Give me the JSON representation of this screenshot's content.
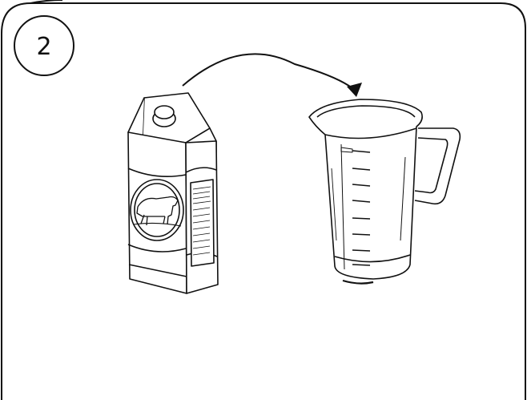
{
  "step": {
    "number": "2"
  },
  "illustration": {
    "source_object": "milk-carton",
    "target_object": "measuring-jug",
    "action": "pour",
    "colors": {
      "line": "#111111",
      "background": "#ffffff"
    }
  }
}
